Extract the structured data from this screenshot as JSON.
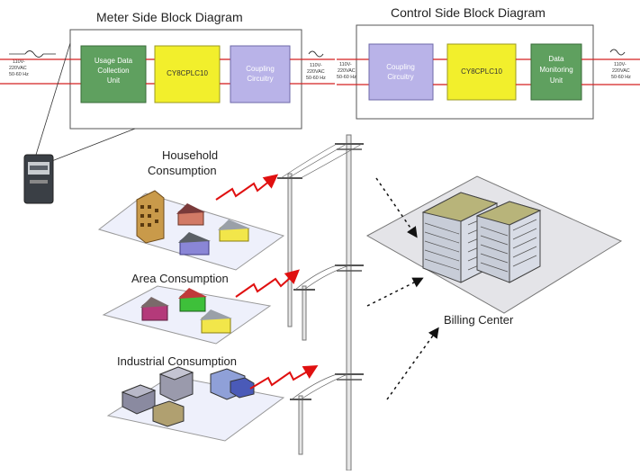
{
  "meter": {
    "title": "Meter Side Block Diagram",
    "power_lines": [
      "110V-",
      "220VAC",
      "50-60 Hz"
    ],
    "blocks": [
      {
        "lines": [
          "Usage Data",
          "Collection",
          "Unit"
        ]
      },
      {
        "lines": [
          "CY8CPLC10"
        ]
      },
      {
        "lines": [
          "Coupling",
          "Circuitry"
        ]
      }
    ],
    "power_out_lines": [
      "110V-",
      "220VAC",
      "50-60 Hz"
    ]
  },
  "control": {
    "title": "Control Side Block Diagram",
    "power_in_lines": [
      "110V-",
      "220VAC",
      "50-60 Hz"
    ],
    "blocks": [
      {
        "lines": [
          "Coupling",
          "Circuitry"
        ]
      },
      {
        "lines": [
          "CY8CPLC10"
        ]
      },
      {
        "lines": [
          "Data",
          "Monitoring",
          "Unit"
        ]
      }
    ],
    "power_out_lines": [
      "110V-",
      "220VAC",
      "50-60 Hz"
    ]
  },
  "scenes": {
    "household": [
      "Household",
      "Consumption"
    ],
    "area": "Area Consumption",
    "industrial": "Industrial Consumption"
  },
  "billing": "Billing Center",
  "colors": {
    "usage_block": "#5fa05f",
    "plc_block": "#f2ef2c",
    "coupling_block": "#b9b3e8",
    "monitor_block": "#5fa05f",
    "power_line": "#d42020",
    "signal": "#e01010"
  }
}
